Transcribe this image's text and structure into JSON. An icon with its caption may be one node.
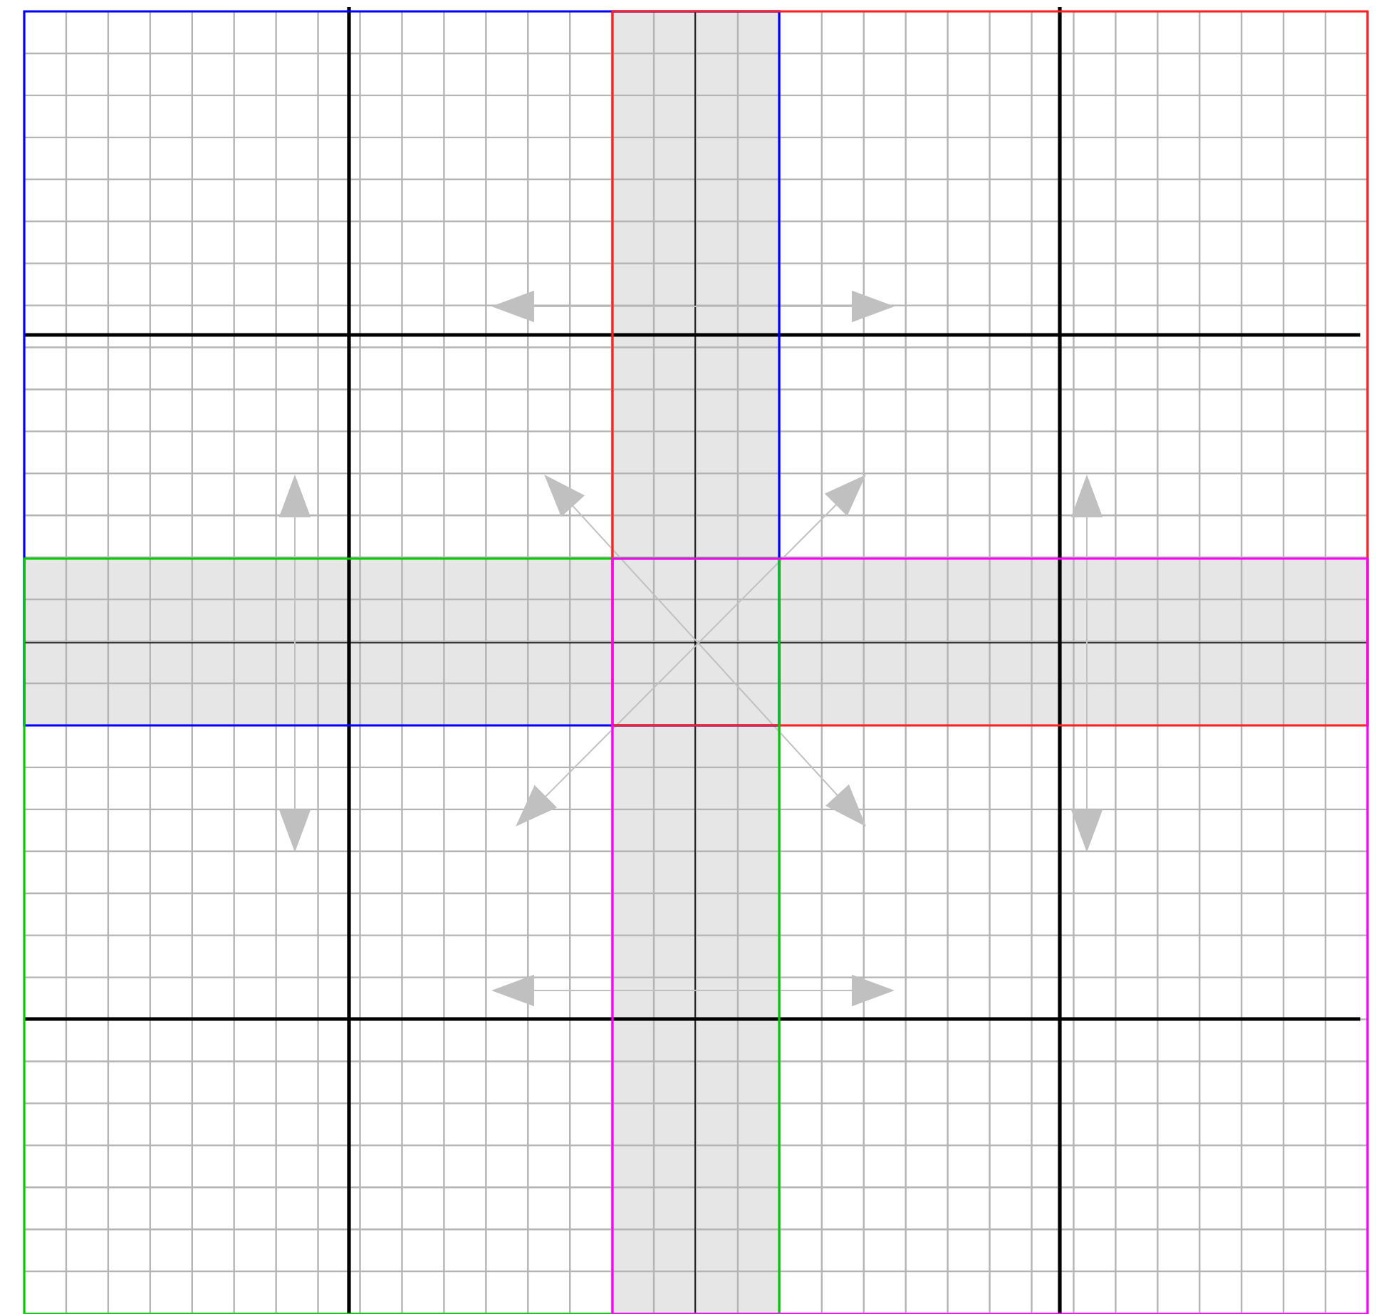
{
  "diagram": {
    "nodes": [
      {
        "text": [],
        "shape": "box"
      },
      {
        "text": [],
        "shape": "box"
      },
      {
        "text": [],
        "shape": "box"
      },
      {
        "text": [],
        "shape": "box"
      },
      {
        "text": [],
        "shape": "band"
      },
      {
        "text": [],
        "shape": "band"
      }
    ]
  }
}
